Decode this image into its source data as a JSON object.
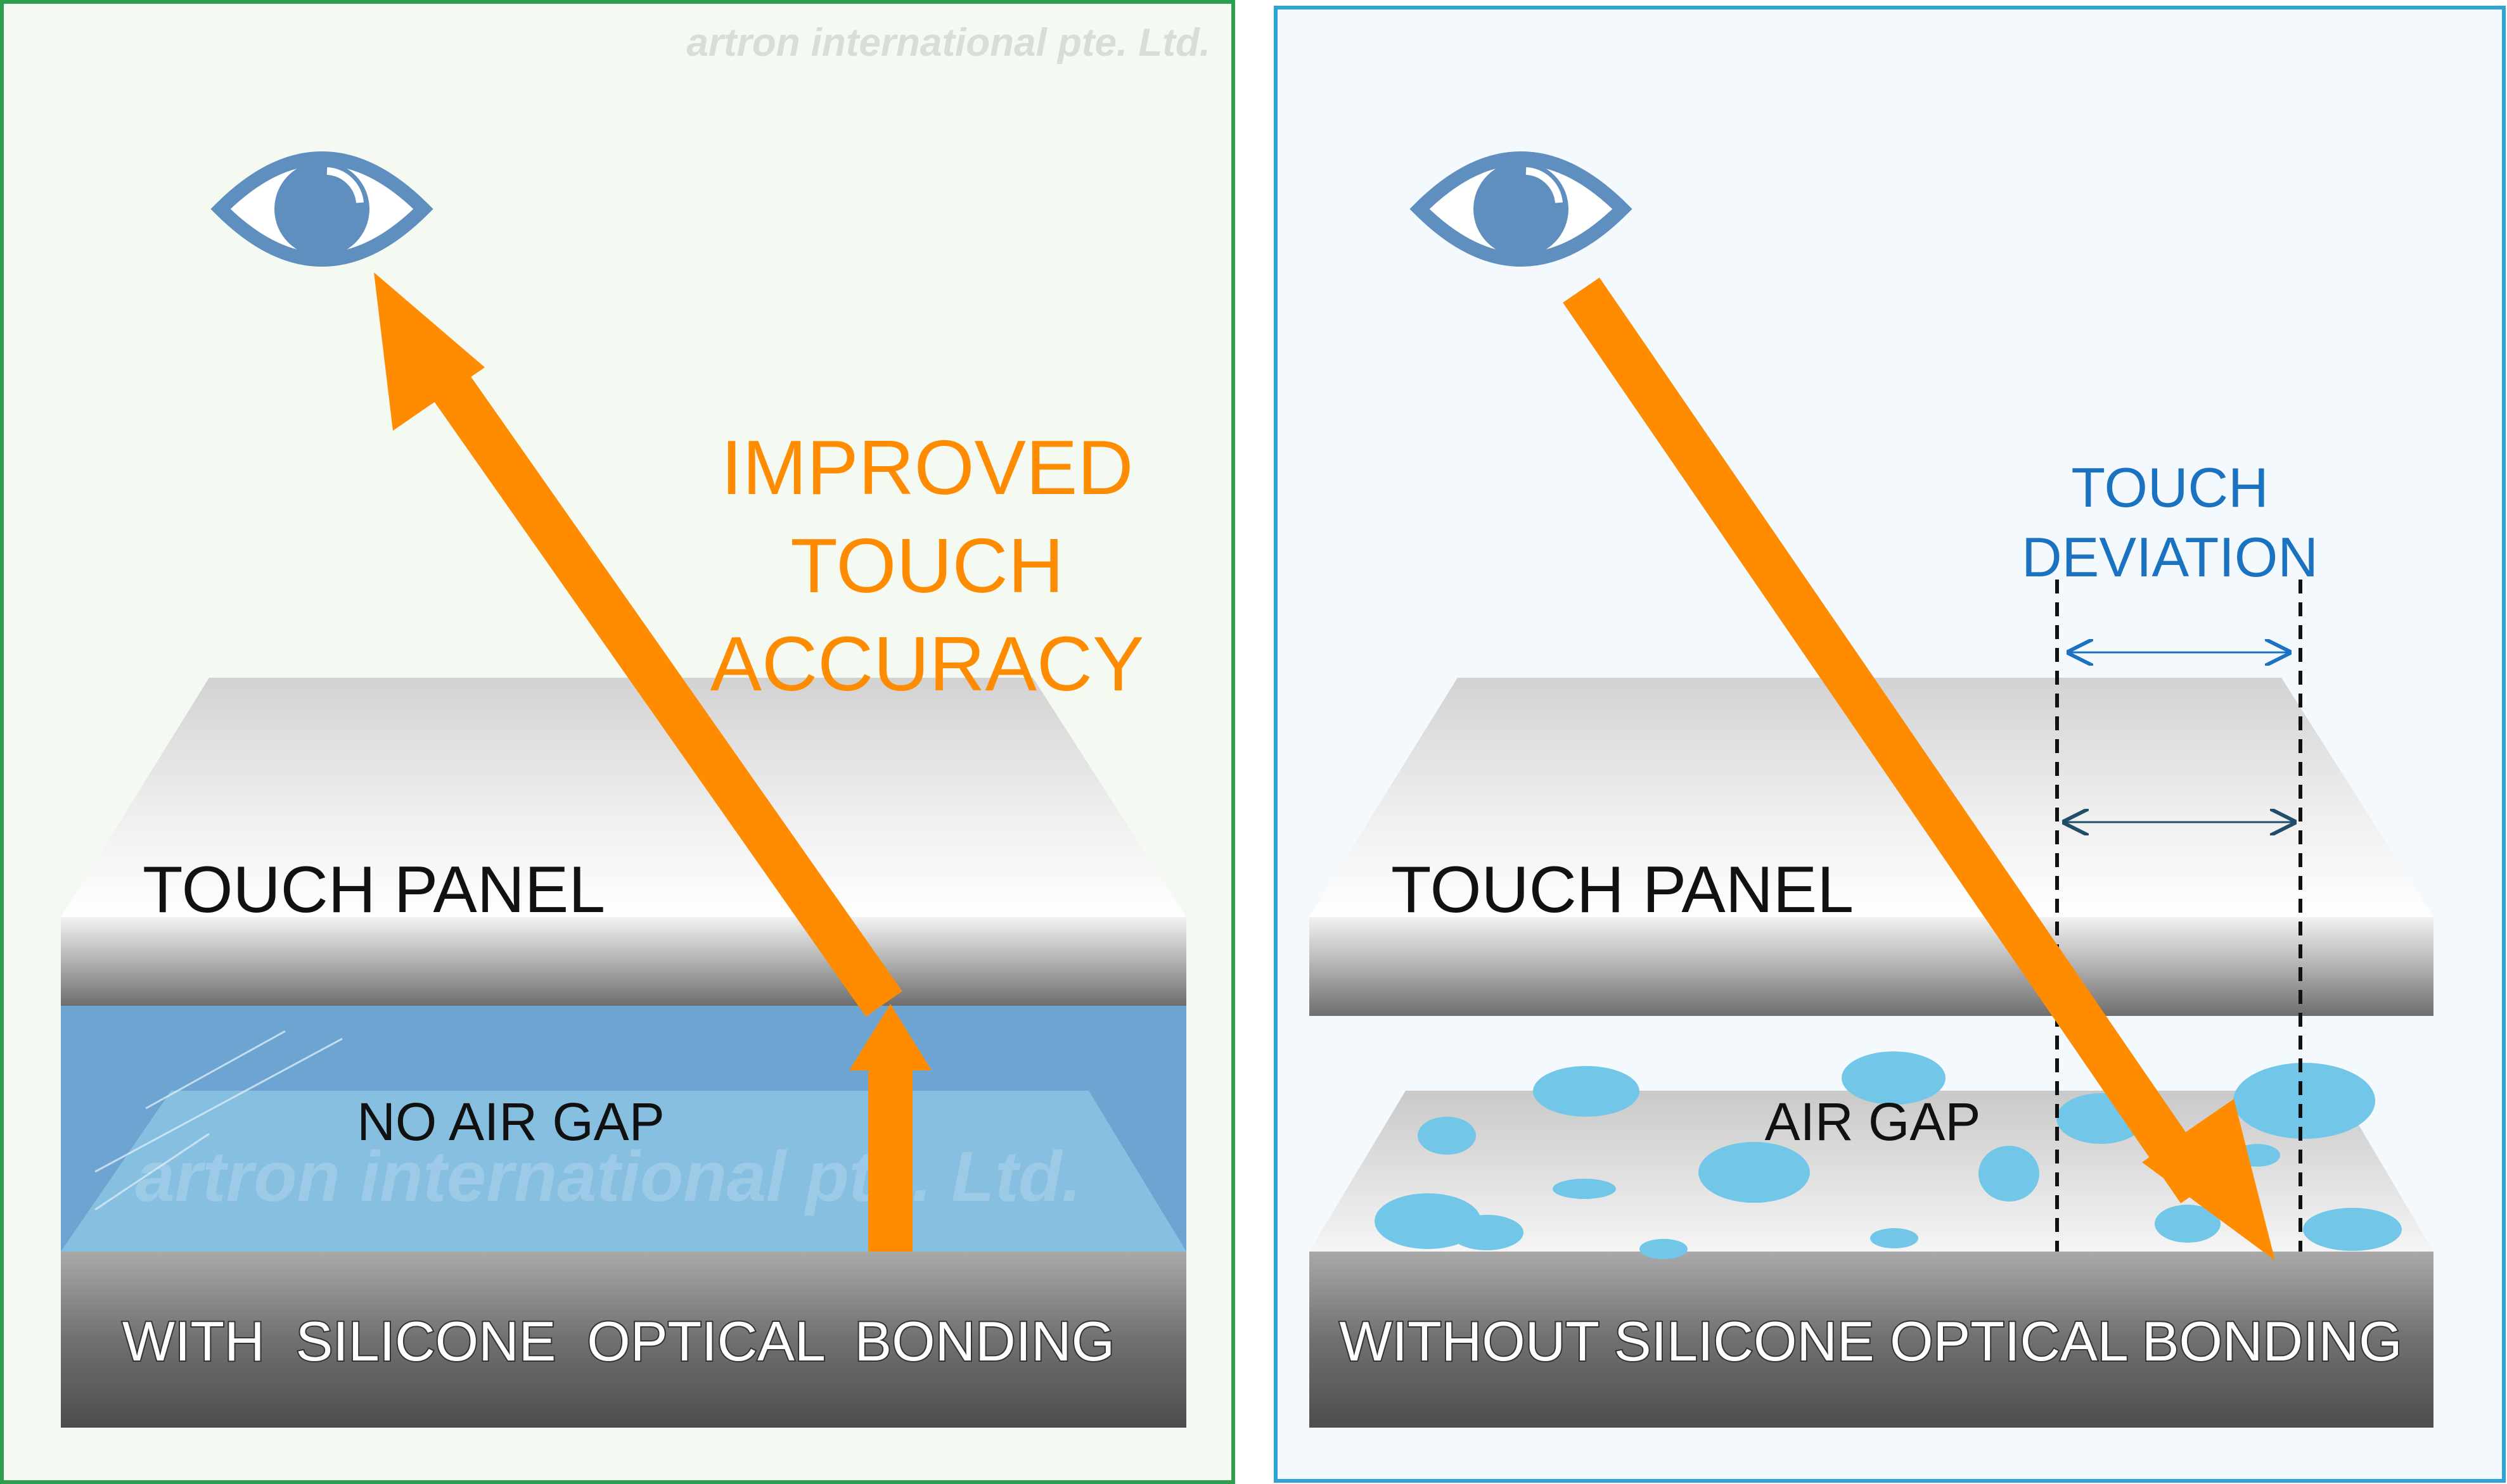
{
  "watermark": {
    "top": "artron international pte. Ltd.",
    "center": "artron international pte. Ltd."
  },
  "left_panel": {
    "headline": [
      "IMPROVED",
      "TOUCH",
      "ACCURACY"
    ],
    "touch_panel_label": "TOUCH PANEL",
    "gap_label": "NO AIR GAP",
    "base_label": "WITH  SILICONE  OPTICAL  BONDING",
    "frame_color": "#2e9e4f",
    "bg_color": "#f4f9f2"
  },
  "right_panel": {
    "deviation_label": [
      "TOUCH",
      "DEVIATION"
    ],
    "touch_panel_label": "TOUCH PANEL",
    "gap_label": "AIR GAP",
    "base_label": "WITHOUT SILICONE OPTICAL BONDING",
    "frame_color": "#2ea3d6",
    "bg_color": "#f3f9fc"
  },
  "colors": {
    "arrow": "#ff8c00",
    "eye": "#5e8fbe",
    "deviation_text": "#1a72c0",
    "bonding_layer": "#6ea4d2",
    "bubble": "#72c6e8"
  },
  "icons": [
    "eye-icon",
    "eye-icon"
  ]
}
